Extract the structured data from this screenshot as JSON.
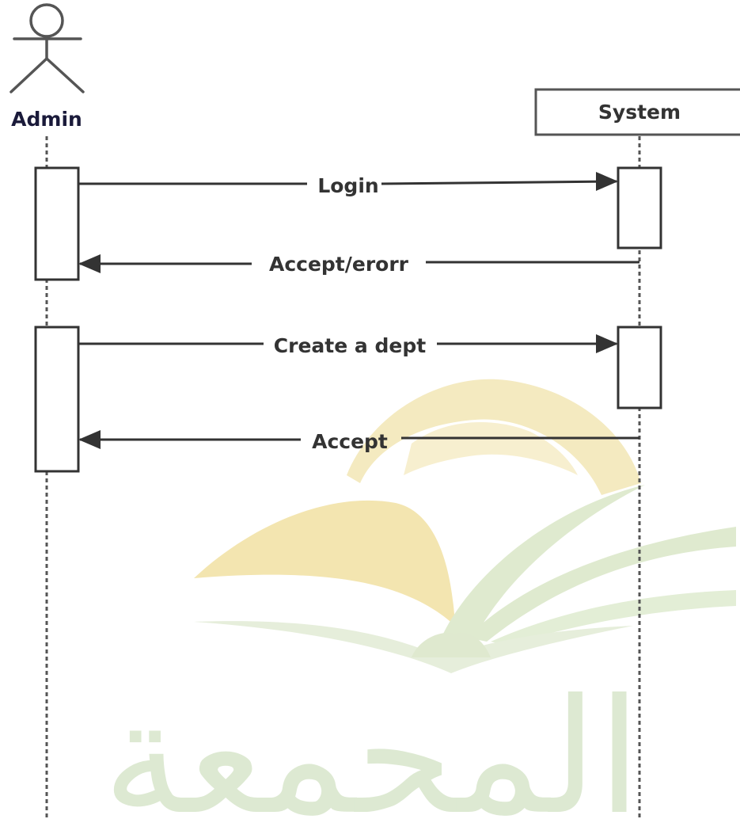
{
  "participants": {
    "actor": {
      "label": "Admin",
      "icon": "actor-stick-figure-icon"
    },
    "system": {
      "label": "System"
    }
  },
  "messages": [
    {
      "label": "Login",
      "from": "Admin",
      "to": "System",
      "kind": "call"
    },
    {
      "label": "Accept/erorr",
      "from": "System",
      "to": "Admin",
      "kind": "return"
    },
    {
      "label": "Create a dept",
      "from": "Admin",
      "to": "System",
      "kind": "call"
    },
    {
      "label": "Accept",
      "from": "System",
      "to": "Admin",
      "kind": "return"
    }
  ],
  "watermark": {
    "text": "المجمعة",
    "icon": "open-book-globe-logo-icon",
    "colors": {
      "gold": "#f3e6b3",
      "green": "#dde9d2"
    }
  },
  "colors": {
    "line": "#333333",
    "lifeline": "#555555",
    "admin_label": "#1a1a3a",
    "box_fill": "#ffffff"
  }
}
